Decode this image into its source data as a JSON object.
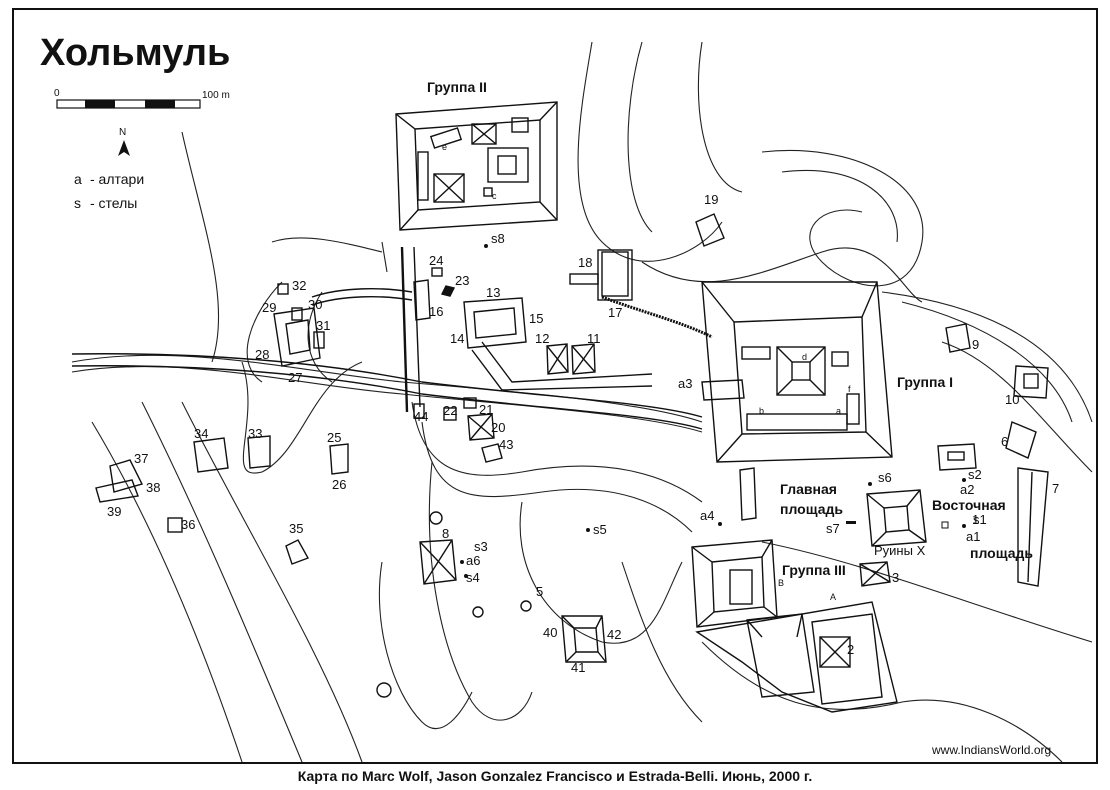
{
  "title": "Хольмуль",
  "scale_bar": {
    "start": "0",
    "end": "100 m"
  },
  "north": "N",
  "legend": [
    {
      "key": "a",
      "text": "- алтари"
    },
    {
      "key": "s",
      "text": "- стелы"
    }
  ],
  "groups": {
    "group_1": "Группа I",
    "group_2": "Группа II",
    "group_3": "Группа III"
  },
  "plazas": {
    "main_line1": "Главная",
    "main_line2": "площадь",
    "east_line1": "Восточная",
    "east_line2": "площадь",
    "ruins_x": "Руины X"
  },
  "structures": [
    "1",
    "2",
    "3",
    "5",
    "6",
    "7",
    "8",
    "9",
    "10",
    "11",
    "12",
    "13",
    "14",
    "15",
    "16",
    "17",
    "18",
    "19",
    "20",
    "21",
    "22",
    "23",
    "24",
    "25",
    "26",
    "27",
    "28",
    "29",
    "30",
    "31",
    "32",
    "33",
    "34",
    "35",
    "36",
    "37",
    "38",
    "39",
    "40",
    "41",
    "42",
    "43",
    "44"
  ],
  "altars": [
    "a1",
    "a2",
    "a3",
    "a4",
    "a6"
  ],
  "stelae": [
    "s1",
    "s2",
    "s3",
    "s4",
    "s5",
    "s6",
    "s7",
    "s8"
  ],
  "building_letters": [
    "a",
    "b",
    "c",
    "d",
    "e",
    "f",
    "A",
    "B"
  ],
  "watermark": "www.IndiansWorld.org",
  "caption": "Карта по Marc Wolf, Jason Gonzalez Francisco и Estrada-Belli. Июнь, 2000 г."
}
